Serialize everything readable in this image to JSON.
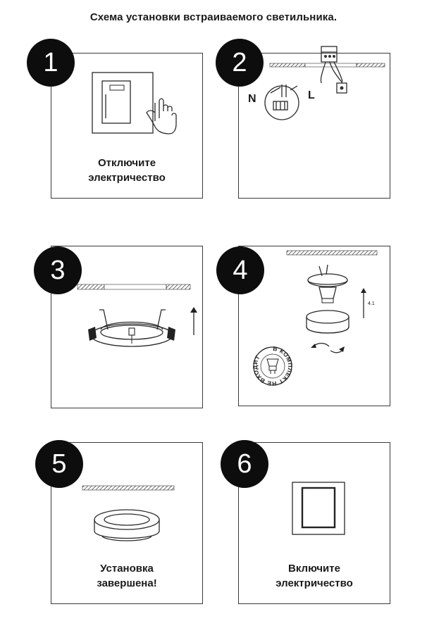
{
  "title": "Схема установки встраиваемого светильника.",
  "steps": [
    {
      "number": "1",
      "caption_line1": "Отключите",
      "caption_line2": "электричество"
    },
    {
      "number": "2",
      "label_n": "N",
      "label_l": "L"
    },
    {
      "number": "3"
    },
    {
      "number": "4",
      "arrow_label": "4.1",
      "stamp_text": "В КОМПЛЕКТ НЕ ВХОДИТ"
    },
    {
      "number": "5",
      "caption_line1": "Установка",
      "caption_line2": "завершена!"
    },
    {
      "number": "6",
      "caption_line1": "Включите",
      "caption_line2": "электричество"
    }
  ]
}
